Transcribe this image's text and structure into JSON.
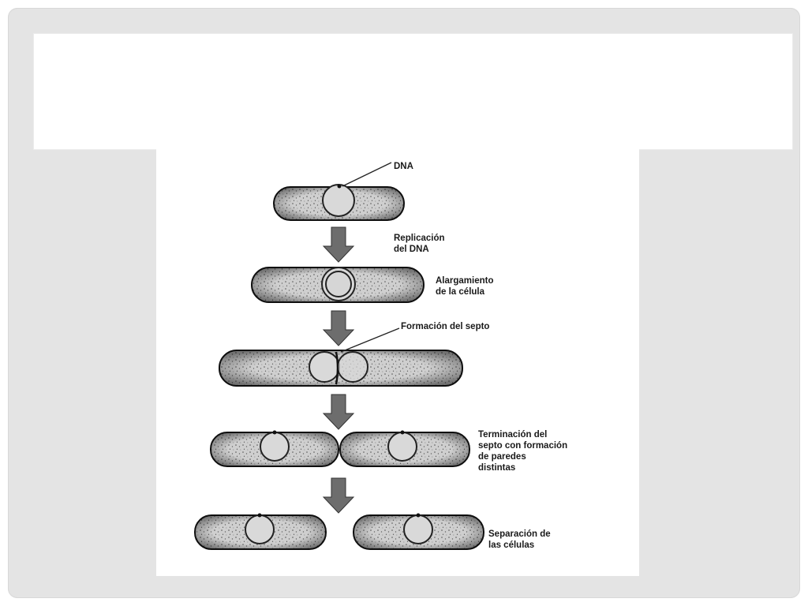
{
  "slide": {
    "title": ""
  },
  "diagram": {
    "labels": {
      "dna": "DNA",
      "replication": "Replicación\ndel DNA",
      "elongation": "Alargamiento\nde la célula",
      "septum_formation": "Formación del septo",
      "septum_termination": "Terminación del\nsepto con formación\nde paredes\ndistintas",
      "separation": "Separación de\nlas células"
    },
    "colors": {
      "slide_background": "#e4e4e4",
      "cell_fill": "#c9c9c9",
      "cell_outline": "#111111",
      "arrow_fill": "#6d6d6d"
    }
  }
}
